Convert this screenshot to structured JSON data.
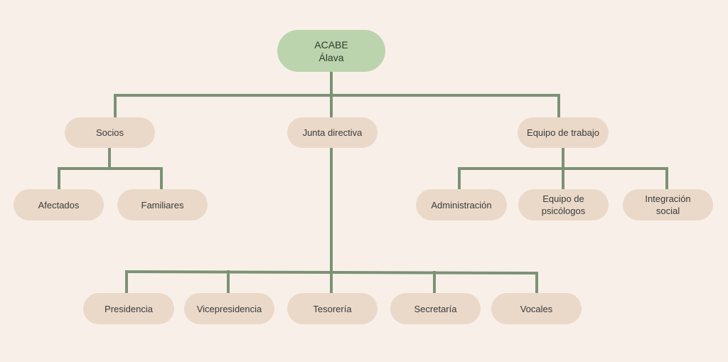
{
  "diagram": {
    "root": "ACABE\nÁlava",
    "level1": {
      "socios": "Socios",
      "junta": "Junta directiva",
      "equipo": "Equipo de trabajo"
    },
    "socios_children": {
      "afectados": "Afectados",
      "familiares": "Familiares"
    },
    "equipo_children": {
      "administracion": "Administración",
      "psicologos": "Equipo de\npsicólogos",
      "integracion": "Integración\nsocial"
    },
    "junta_children": {
      "presidencia": "Presidencia",
      "vicepresidencia": "Vicepresidencia",
      "tesoreria": "Tesorería",
      "secretaria": "Secretaría",
      "vocales": "Vocales"
    },
    "colors": {
      "background": "#f8f0e8",
      "node_fill": "#ead9c9",
      "root_fill": "#bcd4ad",
      "connector": "#7b9276",
      "text": "#3a3a3a"
    }
  }
}
